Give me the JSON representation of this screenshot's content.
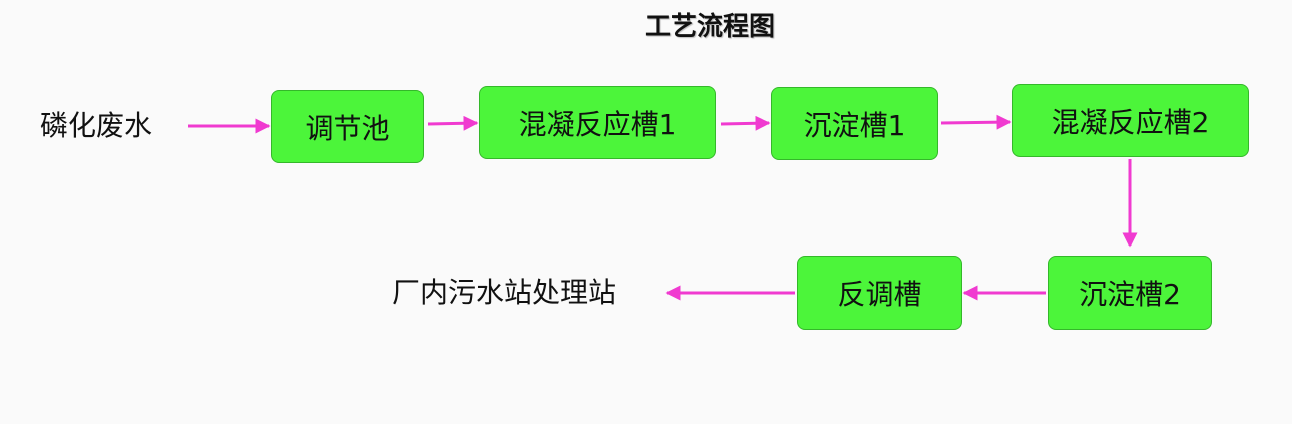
{
  "title": "工艺流程图",
  "source_label": "磷化废水",
  "output_label": "厂内污水站处理站",
  "nodes": {
    "regulating_tank": "调节池",
    "coag_tank_1": "混凝反应槽1",
    "settling_tank_1": "沉淀槽1",
    "coag_tank_2": "混凝反应槽2",
    "settling_tank_2": "沉淀槽2",
    "ph_adjust_tank": "反调槽"
  },
  "colors": {
    "node_fill": "#4cf53a",
    "node_border": "#34b82a",
    "arrow": "#f03ad0"
  }
}
